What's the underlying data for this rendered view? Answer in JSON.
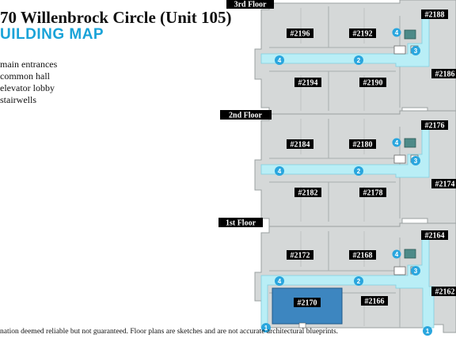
{
  "header": {
    "title": "70 Willenbrock Circle (Unit 105)",
    "subtitle": "UILDING MAP"
  },
  "legend": [
    {
      "text": "main entrances"
    },
    {
      "text": "common hall"
    },
    {
      "text": "elevator lobby"
    },
    {
      "text": "stairwells"
    }
  ],
  "footer": {
    "disclaimer": "nation deemed reliable but not guaranteed. Floor plans are sketches and are not accurate architectural blueprints."
  },
  "floors": [
    {
      "label": "3rd Floor",
      "units": [
        "#2196",
        "#2192",
        "#2188",
        "#2194",
        "#2190",
        "#2186"
      ],
      "markers": [
        "4",
        "2",
        "4",
        "3"
      ]
    },
    {
      "label": "2nd Floor",
      "units": [
        "#2184",
        "#2180",
        "#2176",
        "#2182",
        "#2178",
        "#2174"
      ],
      "markers": [
        "4",
        "2",
        "4",
        "3"
      ]
    },
    {
      "label": "1st Floor",
      "units": [
        "#2172",
        "#2168",
        "#2164",
        "#2170",
        "#2166",
        "#2162"
      ],
      "markers": [
        "4",
        "2",
        "4",
        "3",
        "1",
        "1"
      ]
    }
  ],
  "colors": {
    "building": "#d5d8d8",
    "wall": "#9aa0a0",
    "hall": "#b9eef6",
    "marker": "#2aa6de",
    "highlight": "#3d86c0",
    "elevator": "#4d8a88",
    "label_bg": "#000000"
  }
}
